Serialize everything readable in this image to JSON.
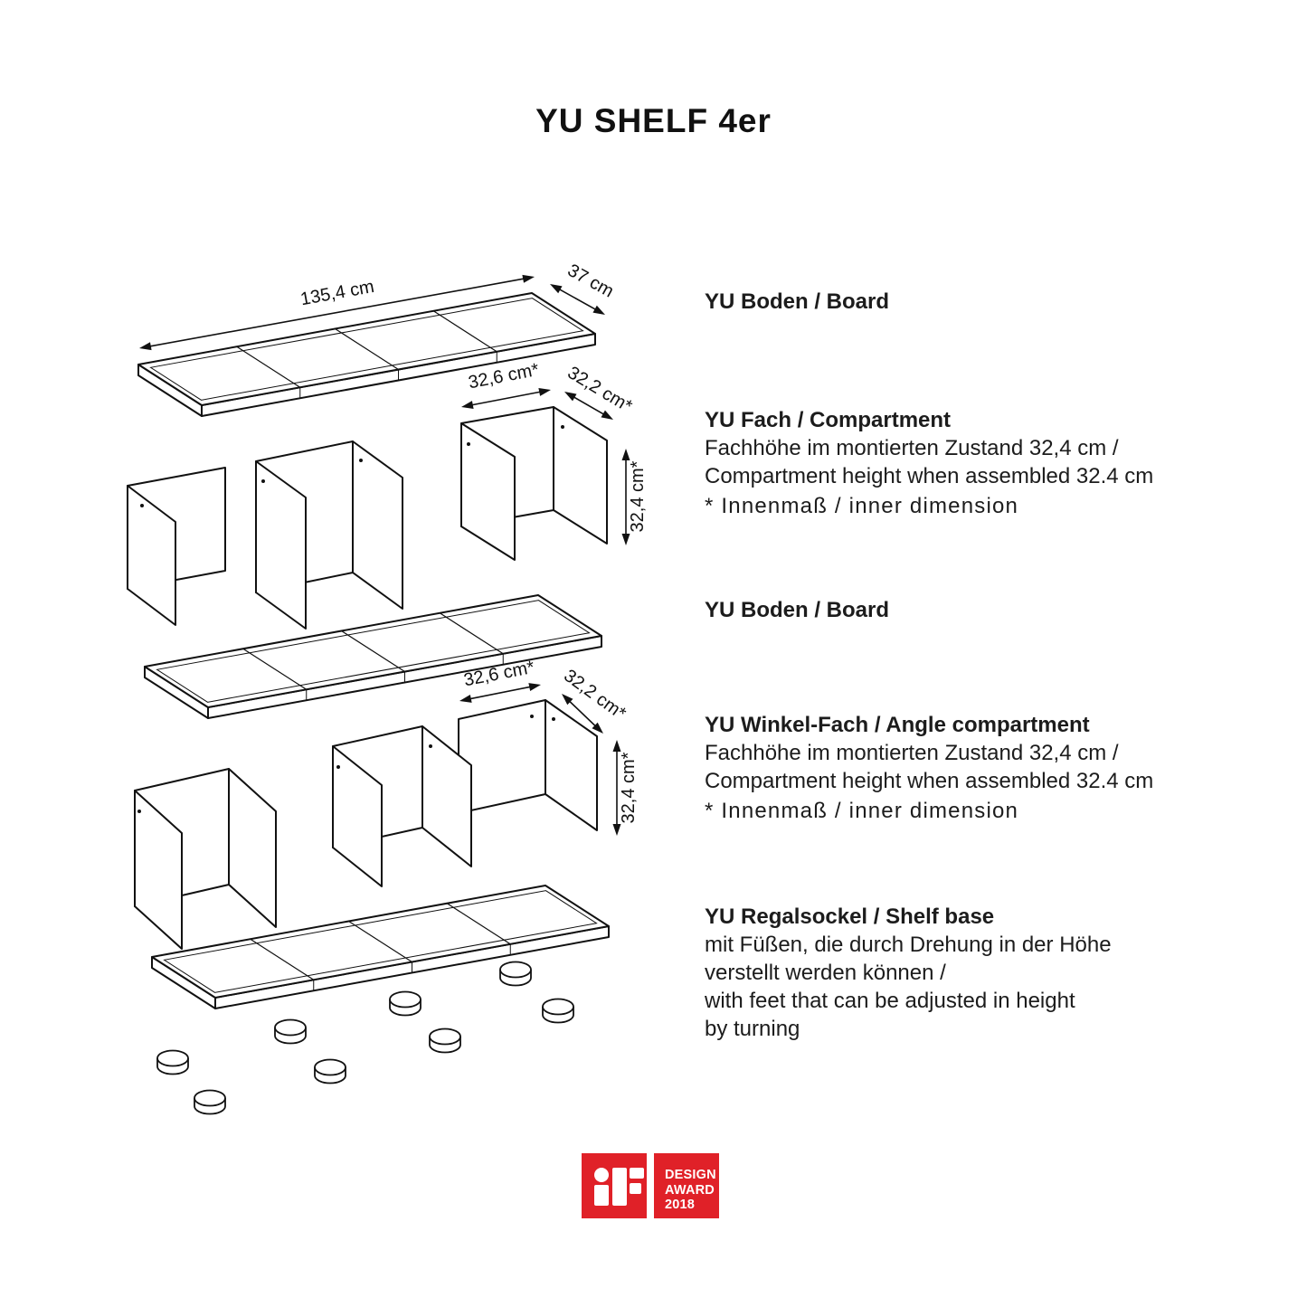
{
  "title": "YU SHELF 4er",
  "diagram": {
    "dimensions": {
      "board_length": "135,4 cm",
      "board_depth": "37 cm",
      "compartment_width": "32,6 cm*",
      "compartment_depth": "32,2 cm*",
      "compartment_height": "32,4 cm*"
    }
  },
  "sections": [
    {
      "heading": "YU Boden / Board",
      "lines": []
    },
    {
      "heading": "YU Fach / Compartment",
      "lines": [
        "Fachhöhe im montierten Zustand 32,4 cm /",
        "Compartment height when assembled 32.4 cm"
      ],
      "note": "* Innenmaß / inner dimension"
    },
    {
      "heading": "YU Boden / Board",
      "lines": []
    },
    {
      "heading": "YU Winkel-Fach / Angle compartment",
      "lines": [
        "Fachhöhe im montierten Zustand 32,4 cm /",
        "Compartment height when assembled 32.4 cm"
      ],
      "note": "* Innenmaß / inner dimension"
    },
    {
      "heading": "YU Regalsockel / Shelf base",
      "lines": [
        "mit Füßen, die durch Drehung in der Höhe",
        "verstellt werden können /",
        "with feet that can be adjusted in height",
        "by turning"
      ]
    }
  ],
  "award": {
    "monogram": "iF",
    "lines": [
      "DESIGN",
      "AWARD",
      "2018"
    ],
    "red": "#e02128",
    "text_color": "#ffffff"
  },
  "colors": {
    "line": "#111111",
    "background": "#ffffff"
  }
}
